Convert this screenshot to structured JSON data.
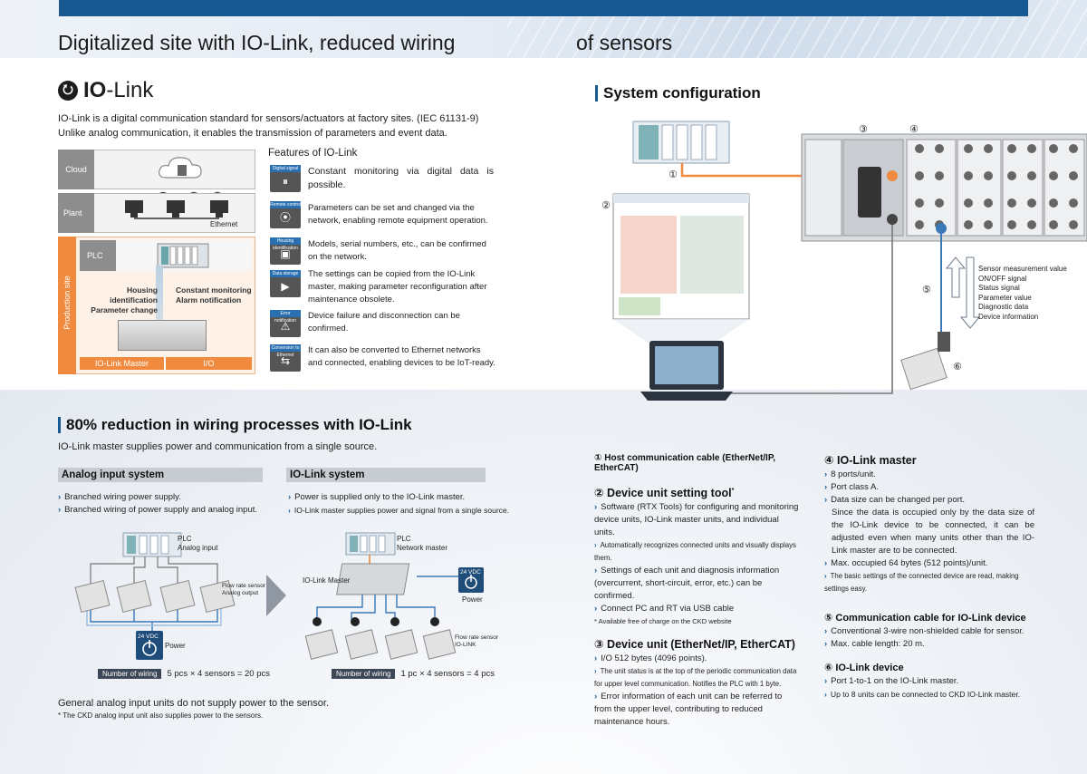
{
  "header": {
    "title_part1": "Digitalized site with IO-Link, reduced wiring",
    "title_part2": "of sensors"
  },
  "iolink": {
    "logo_symbol": "⭮",
    "logo_bold": "IO",
    "logo_rest": "-Link",
    "intro_line1": "IO-Link is a digital communication standard for sensors/actuators at factory sites. (IEC 61131-9)",
    "intro_line2": "Unlike analog communication, it enables the transmission of parameters and event data."
  },
  "hierarchy": {
    "cloud": "Cloud",
    "plant": "Plant",
    "ethernet": "Ethernet",
    "production_site": "Production site",
    "plc": "PLC",
    "left_line1": "Housing identification",
    "left_line2": "Parameter change",
    "right_line1": "Constant monitoring",
    "right_line2": "Alarm notification",
    "master_label": "IO-Link Master",
    "io_label": "I/O"
  },
  "features": {
    "title": "Features of IO-Link",
    "items": [
      {
        "icon_caption": "Digital signal",
        "icon": "⏸",
        "text": "Constant monitoring via digital data is possible."
      },
      {
        "icon_caption": "Remote control",
        "icon": "⦿",
        "text": "Parameters can be set and changed via the network, enabling remote equipment operation."
      },
      {
        "icon_caption": "Housing identification",
        "icon": "▣",
        "text": "Models, serial numbers, etc., can be confirmed on the network."
      },
      {
        "icon_caption": "Data storage",
        "icon": "▶",
        "text": "The settings can be copied from the IO-Link master, making parameter reconfiguration after maintenance obsolete."
      },
      {
        "icon_caption": "Error notification",
        "icon": "⚠",
        "text": "Device failure and disconnection can be confirmed."
      },
      {
        "icon_caption": "Conversion to Ethernet",
        "icon": "⇆",
        "text": "It can also be converted to Ethernet networks and connected, enabling devices to be IoT-ready."
      }
    ]
  },
  "system": {
    "title": "System configuration",
    "n1": "①",
    "n2": "②",
    "n3": "③",
    "n4": "④",
    "n5": "⑤",
    "n6": "⑥",
    "signals": [
      "Sensor measurement value",
      "ON/OFF signal",
      "Status signal",
      "Parameter value",
      "Diagnostic data",
      "Device information"
    ]
  },
  "wiring": {
    "title": "80% reduction in wiring processes with IO-Link",
    "subtitle": "IO-Link master supplies power and communication from a single source.",
    "analog": {
      "head": "Analog input system",
      "b1": "Branched wiring power supply.",
      "b2": "Branched wiring of power supply and analog input.",
      "plc": "PLC",
      "plc_sub": "Analog input",
      "sensor": "Flow rate sensor",
      "sensor_sub": "Analog output",
      "vdc": "24 VDC",
      "power": "Power",
      "count_tag": "Number of wiring",
      "count": "5 pcs × 4 sensors = 20 pcs"
    },
    "iolink": {
      "head": "IO-Link system",
      "b1": "Power is supplied only to the IO-Link master.",
      "b2": "IO-Link master supplies power and signal from a single source.",
      "plc": "PLC",
      "plc_sub": "Network master",
      "master": "IO-Link Master",
      "sensor": "Flow rate sensor",
      "sensor_sub": "IO-LINK",
      "vdc": "24 VDC",
      "power": "Power",
      "count_tag": "Number of wiring",
      "count": "1 pc × 4 sensors = 4 pcs"
    },
    "note": "General analog input units do not supply power to the sensor.",
    "footnote": "* The CKD analog input unit also supplies power to the sensors."
  },
  "specs": {
    "s1_head": "① Host communication cable (EtherNet/IP, EtherCAT)",
    "s2_head": "② Device unit setting tool",
    "s2_mark": "*",
    "s2_b1": "Software (RTX Tools) for configuring and monitoring device units, IO-Link master units, and individual units.",
    "s2_b2": "Automatically recognizes connected units and visually displays them.",
    "s2_b3": "Settings of each unit and diagnosis information (overcurrent, short-circuit, error, etc.) can be confirmed.",
    "s2_b4": "Connect PC and RT via USB cable",
    "s2_note": "* Available free of charge on the CKD website",
    "s3_head": "③ Device unit (EtherNet/IP, EtherCAT)",
    "s3_b1": "I/O 512 bytes (4096 points).",
    "s3_b2": "The unit status is at the top of the periodic communication data for upper level communication. Notifies the PLC with 1 byte.",
    "s3_b3": "Error information of each unit can be referred to from the upper level, contributing to reduced maintenance hours.",
    "s4_head": "④ IO-Link master",
    "s4_b1": "8 ports/unit.",
    "s4_b2": "Port class A.",
    "s4_b3": "Data size can be changed per port.",
    "s4_b3_cont": "Since the data is occupied only by the data size of the IO-Link device to be connected, it can be adjusted even when many units other than the IO-Link master are to be connected.",
    "s4_b4": "Max. occupied 64 bytes (512 points)/unit.",
    "s4_b5": "The basic settings of the connected device are read, making settings easy.",
    "s5_head": "⑤ Communication cable for IO-Link device",
    "s5_b1": "Conventional 3-wire non-shielded cable for sensor.",
    "s5_b2": "Max. cable length: 20 m.",
    "s6_head": "⑥ IO-Link device",
    "s6_b1": "Port 1-to-1 on the IO-Link master.",
    "s6_b2": "Up to 8 units can be connected to CKD IO-Link master."
  }
}
